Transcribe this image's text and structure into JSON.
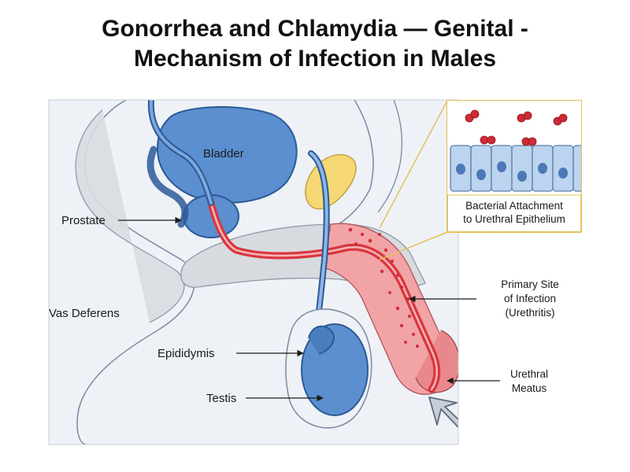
{
  "title": {
    "line1": "Gonorrhea and Chlamydia — Genital -",
    "line2": "Mechanism of Infection in Males"
  },
  "labels": {
    "bladder": "Bladder",
    "prostate": "Prostate",
    "vas_deferens": "Vas Deferens",
    "epididymis": "Epididymis",
    "testis": "Testis",
    "primary_site_1": "Primary Site",
    "primary_site_2": "of Infection",
    "primary_site_3": "(Urethritis)",
    "meatus_1": "Urethral",
    "meatus_2": "Meatus",
    "inset_1": "Bacterial Attachment",
    "inset_2": "to Urethral Epithelium"
  },
  "colors": {
    "organ_blue": "#5b8fd0",
    "organ_stroke": "#2d5a96",
    "urethra_red": "#d9363e",
    "infection_pink": "#f1a3a6",
    "tissue_gray": "#d7dadf",
    "body_bg": "#eef2f7",
    "seminal_yellow": "#f5d873",
    "inset_border": "#e3c25a",
    "bacteria_red": "#cf2a35"
  }
}
